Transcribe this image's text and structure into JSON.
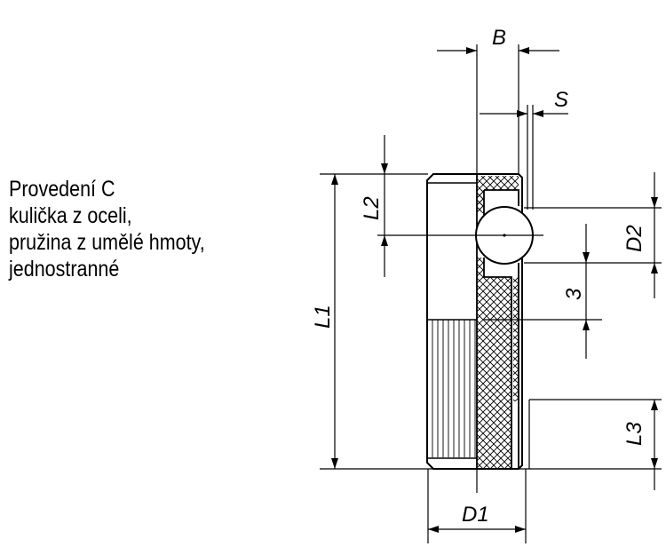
{
  "caption": {
    "line1": "Provedení C",
    "line2": "kulička z oceli,",
    "line3": "pružina z umělé hmoty,",
    "line4": "jednostranné"
  },
  "dimensions": {
    "B": "B",
    "S": "S",
    "L2": "L2",
    "L1": "L1",
    "D2": "D2",
    "three": "3",
    "L3": "L3",
    "D1": "D1"
  }
}
